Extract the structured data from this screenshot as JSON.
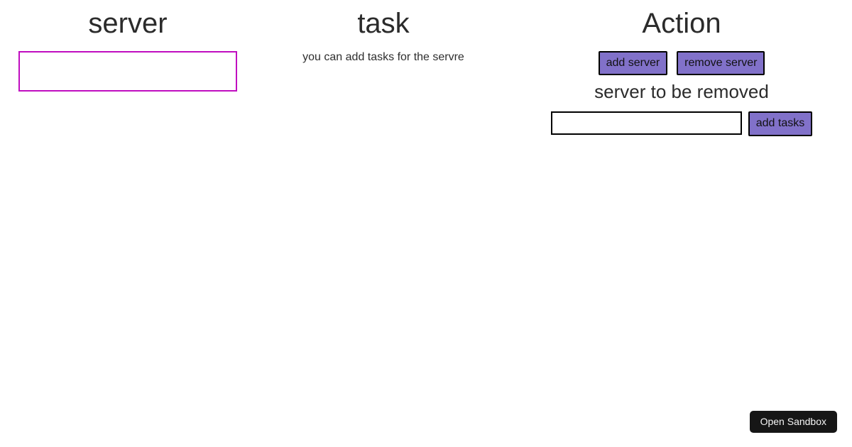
{
  "columns": {
    "server": {
      "title": "server"
    },
    "task": {
      "title": "task",
      "subtitle": "you can add tasks for the servre"
    },
    "action": {
      "title": "Action",
      "buttons": {
        "add_server": "add server",
        "remove_server": "remove server",
        "add_tasks": "add tasks"
      },
      "remove_label": "server to be removed",
      "input": {
        "value": "",
        "placeholder": ""
      }
    }
  },
  "sandbox": {
    "open_label": "Open Sandbox"
  },
  "colors": {
    "accent_purple": "#8171c9",
    "server_box_border": "#c00dc0",
    "button_border": "#000000",
    "heading_text": "#2b2b2b",
    "sandbox_button_bg": "#161616",
    "sandbox_button_text": "#f5f5f5"
  }
}
